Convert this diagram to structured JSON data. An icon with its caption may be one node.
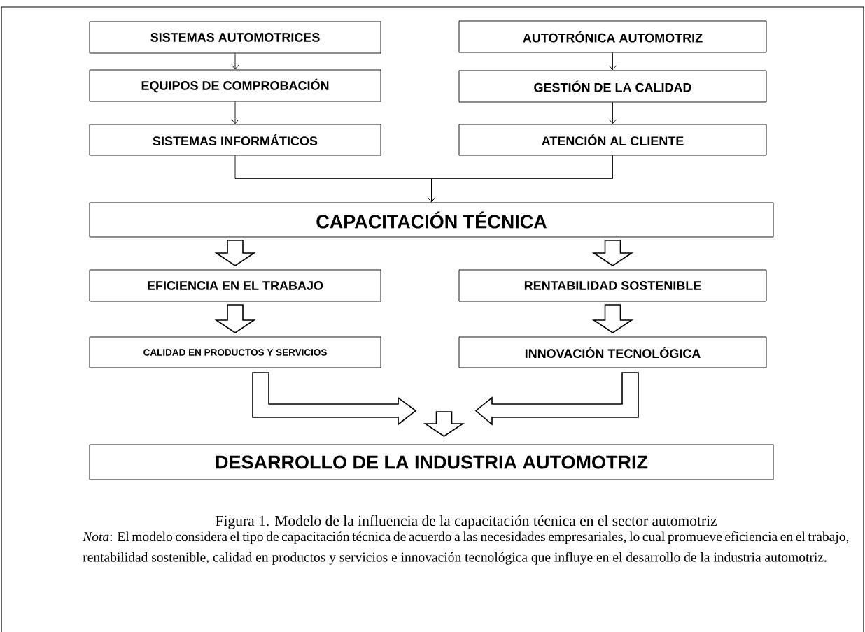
{
  "diagram": {
    "nodes": [
      {
        "text": [
          "SISTEMAS AUTOMOTRICES"
        ]
      },
      {
        "text": [
          "AUTOTRÓNICA AUTOMOTRIZ"
        ]
      },
      {
        "text": [
          "EQUIPOS DE COMPROBACIÓN"
        ]
      },
      {
        "text": [
          "GESTIÓN DE LA CALIDAD"
        ]
      },
      {
        "text": [
          "SISTEMAS INFORMÁTICOS"
        ]
      },
      {
        "text": [
          "ATENCIÓN AL CLIENTE"
        ]
      },
      {
        "text": [
          "CAPACITACIÓN TÉCNICA"
        ]
      },
      {
        "text": [
          "EFICIENCIA EN EL TRABAJO"
        ]
      },
      {
        "text": [
          "RENTABILIDAD SOSTENIBLE"
        ]
      },
      {
        "text": [
          "CALIDAD EN PRODUCTOS Y SERVICIOS"
        ]
      },
      {
        "text": [
          "INNOVACIÓN TECNOLÓGICA"
        ]
      },
      {
        "text": [
          "DESARROLLO DE LA INDUSTRIA AUTOMOTRIZ"
        ]
      }
    ],
    "edges": [
      {
        "from": 0,
        "to": 2,
        "arrow": "to"
      },
      {
        "from": 2,
        "to": 4,
        "arrow": "to"
      },
      {
        "from": 1,
        "to": 3,
        "arrow": "to"
      },
      {
        "from": 3,
        "to": 5,
        "arrow": "to"
      },
      {
        "from": 4,
        "to": 6,
        "arrow": "to"
      },
      {
        "from": 5,
        "to": 6,
        "arrow": "to"
      },
      {
        "from": 6,
        "to": 7,
        "arrow": "to",
        "style": "thick"
      },
      {
        "from": 6,
        "to": 8,
        "arrow": "to",
        "style": "thick"
      },
      {
        "from": 7,
        "to": 9,
        "arrow": "to",
        "style": "thick"
      },
      {
        "from": 8,
        "to": 10,
        "arrow": "to",
        "style": "thick"
      },
      {
        "from": 9,
        "to": 11,
        "arrow": "to",
        "style": "thick"
      },
      {
        "from": 10,
        "to": 11,
        "arrow": "to",
        "style": "thick"
      }
    ],
    "caption": "Figura 1. Modelo de la influencia de la capacitación técnica en el sector automotriz",
    "labels": [
      "*Nota*: El modelo considera el tipo de capacitación técnica de acuerdo a las necesidades empresariales, lo cual promueve eficiencia en el trabajo, rentabilidad sostenible, calidad en productos y servicios e innovación tecnológica que influye en el desarrollo de la industria automotriz."
    ]
  }
}
